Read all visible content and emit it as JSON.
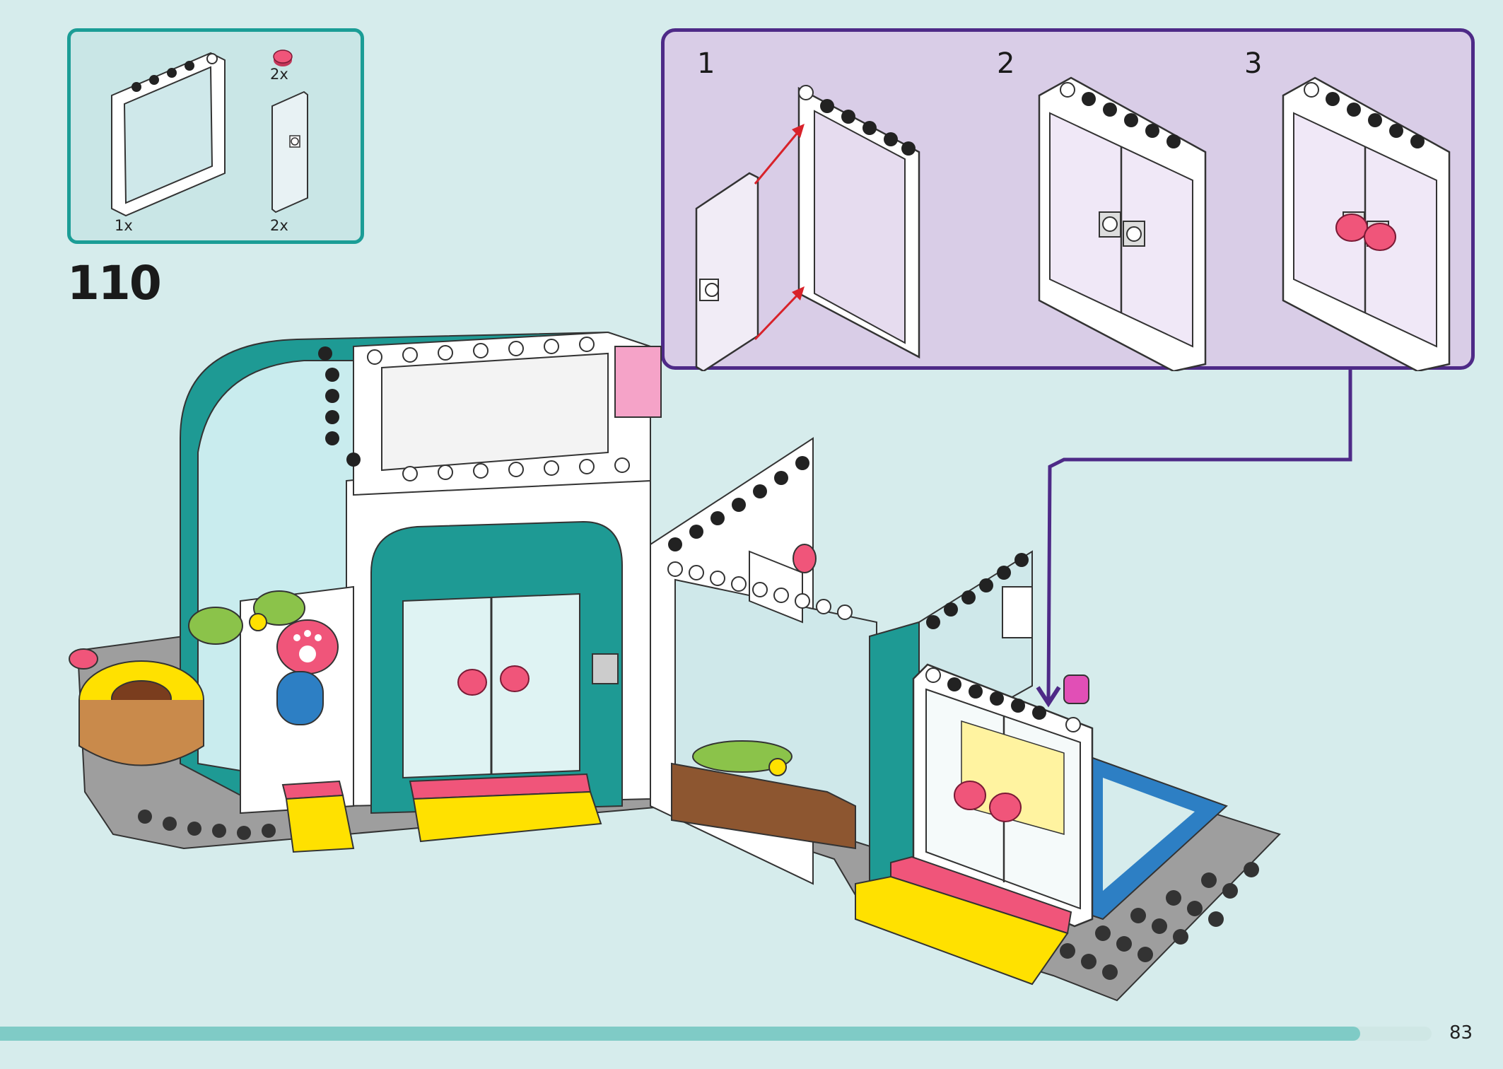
{
  "parts_list": [
    {
      "part": "transparent-window-frame",
      "qty": "1x"
    },
    {
      "part": "round-tile-pink",
      "qty": "2x"
    },
    {
      "part": "door-with-knob",
      "qty": "2x"
    }
  ],
  "step": {
    "number": "110"
  },
  "substeps": [
    {
      "label": "1"
    },
    {
      "label": "2"
    },
    {
      "label": "3"
    }
  ],
  "page": {
    "number": "83",
    "progress": 0.95
  },
  "colors": {
    "background": "#d6ecec",
    "parts_border": "#1b9d96",
    "substep_border": "#4e2a87",
    "substep_bg": "#d9cde7",
    "teal": "#1e9a94",
    "pink": "#f0557a",
    "yellow": "#ffe100",
    "arrow_red": "#d8222a",
    "progress": "#7fcbc6"
  }
}
